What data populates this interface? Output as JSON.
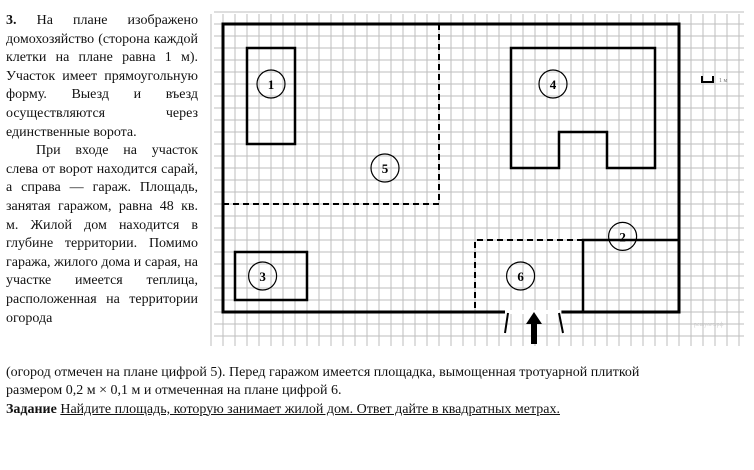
{
  "problem": {
    "number": "3.",
    "paragraph1": "На плане изображено домохозяйство (сторона каждой клетки на плане равна 1 м). Участок имеет прямоугольную форму. Выезд и въезд осуществляются через единственные ворота.",
    "paragraph2_column": "При входе на участок слева от ворот находится сарай, а справа — гараж. Площадь, занятая гаражом, равна 48 кв. м. Жилой дом находится в глубине территории. Помимо гаража, жилого дома и сарая, на участке имеется теплица, расположенная на территории огорода",
    "paragraph2_continued_line1": "(огород отмечен на плане цифрой 5). Перед гаражом имеется площадка, вымощенная тротуарной плиткой",
    "paragraph2_continued_line2": "размером 0,2 м × 0,1 м и отмеченная на плане цифрой 6.",
    "task_label": "Задание",
    "task_text": "Найдите площадь, которую занимает жилой дом. Ответ дайте в квадратных метрах."
  },
  "plan": {
    "scale_label": "1 м",
    "watermark": "решуогэ.рф",
    "labels": [
      "1",
      "2",
      "3",
      "4",
      "5",
      "6"
    ]
  }
}
